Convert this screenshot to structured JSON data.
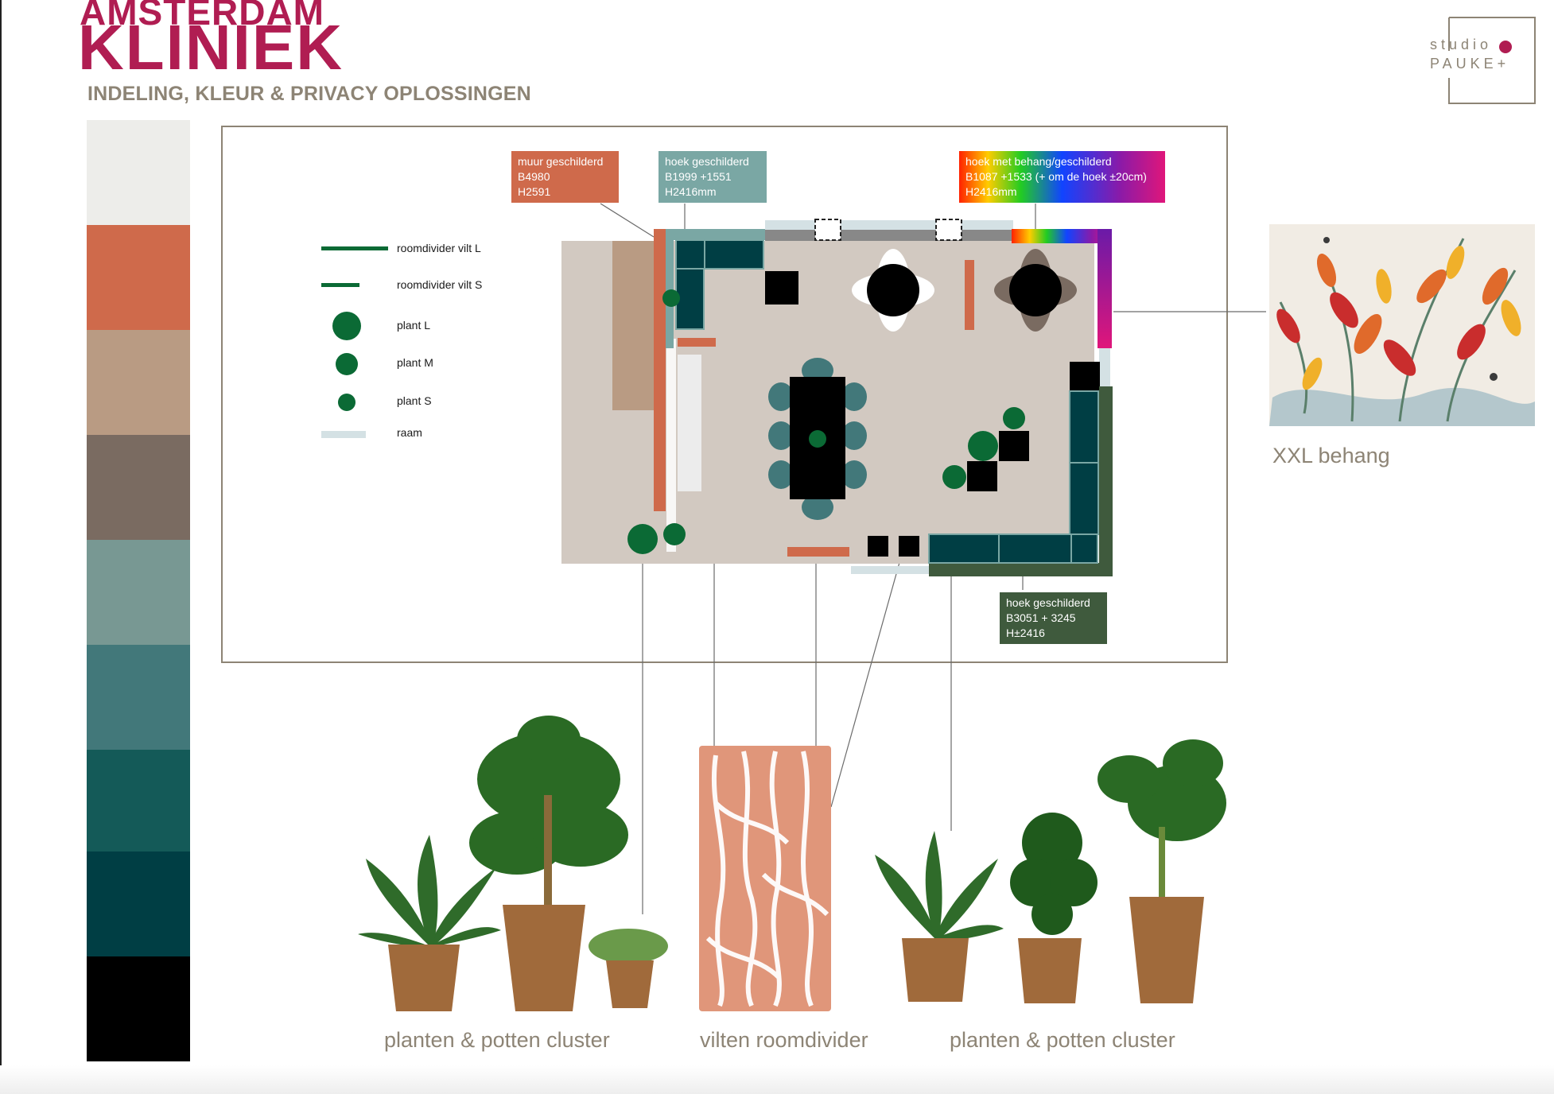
{
  "brand": {
    "top_line": "AMSTERDAM",
    "main_line": "KLINIEK",
    "subtitle": "INDELING, KLEUR & PRIVACY OPLOSSINGEN"
  },
  "logo": {
    "line1": "studio",
    "line2": "PAUKE+"
  },
  "palette": [
    "#ededea",
    "#cf6a4b",
    "#b99b83",
    "#7a6b61",
    "#789893",
    "#42787a",
    "#145a58",
    "#003e44",
    "#000000"
  ],
  "annotations": {
    "muur": {
      "line1": "muur geschilderd",
      "line2": "B4980",
      "line3": "H2591",
      "color": "#cf6a4b"
    },
    "hoek1": {
      "line1": "hoek geschilderd",
      "line2": "B1999 +1551",
      "line3": "H2416mm",
      "color": "#7aa7a4"
    },
    "behang": {
      "line1": "hoek met behang/geschilderd",
      "line2": "B1087 +1533 (+ om de hoek ±20cm)",
      "line3": "H2416mm"
    },
    "hoek2": {
      "line1": "hoek geschilderd",
      "line2": "B3051 + 3245",
      "line3": "H±2416",
      "color": "#3f5a3d"
    }
  },
  "legend": [
    {
      "label": "roomdivider vilt L",
      "icon": "long-bar"
    },
    {
      "label": "roomdivider vilt S",
      "icon": "short-bar"
    },
    {
      "label": "plant L",
      "icon": "large-dot"
    },
    {
      "label": "plant M",
      "icon": "medium-dot"
    },
    {
      "label": "plant S",
      "icon": "small-dot"
    },
    {
      "label": "raam",
      "icon": "window-bar"
    }
  ],
  "captions": {
    "wallpaper": "XXL behang",
    "plants_left": "planten & potten cluster",
    "divider": "vilten roomdivider",
    "plants_right": "planten & potten cluster"
  },
  "colors": {
    "brand": "#b01d52",
    "text_grey": "#8d8475",
    "floor": "#d2c9c1",
    "plant_green": "#0b6a35",
    "teal_dark": "#003e44",
    "wall_orange": "#cf6a4b",
    "divider_pink": "#e0967a",
    "pot_brown": "#a06a3b"
  }
}
